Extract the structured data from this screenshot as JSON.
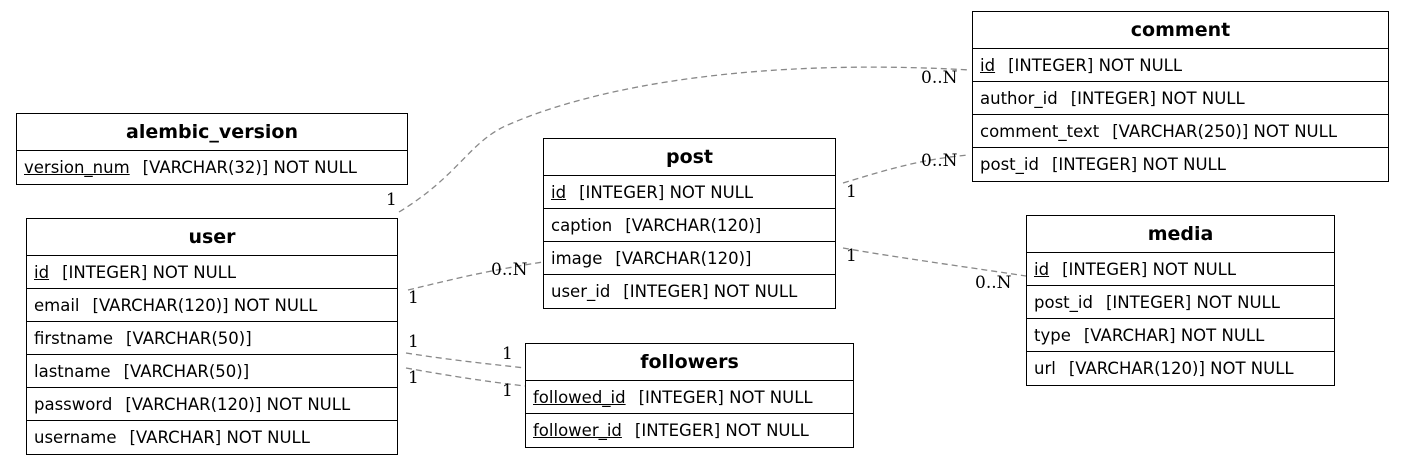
{
  "tables": [
    {
      "name": "comment",
      "columns": [
        {
          "name": "id",
          "type": "[INTEGER] NOT NULL",
          "pk": true
        },
        {
          "name": "author_id",
          "type": "[INTEGER] NOT NULL",
          "pk": false
        },
        {
          "name": "comment_text",
          "type": "[VARCHAR(250)] NOT NULL",
          "pk": false
        },
        {
          "name": "post_id",
          "type": "[INTEGER] NOT NULL",
          "pk": false
        }
      ]
    },
    {
      "name": "alembic_version",
      "columns": [
        {
          "name": "version_num",
          "type": "[VARCHAR(32)] NOT NULL",
          "pk": true
        }
      ]
    },
    {
      "name": "post",
      "columns": [
        {
          "name": "id",
          "type": "[INTEGER] NOT NULL",
          "pk": true
        },
        {
          "name": "caption",
          "type": "[VARCHAR(120)]",
          "pk": false
        },
        {
          "name": "image",
          "type": "[VARCHAR(120)]",
          "pk": false
        },
        {
          "name": "user_id",
          "type": "[INTEGER] NOT NULL",
          "pk": false
        }
      ]
    },
    {
      "name": "user",
      "columns": [
        {
          "name": "id",
          "type": "[INTEGER] NOT NULL",
          "pk": true
        },
        {
          "name": "email",
          "type": "[VARCHAR(120)] NOT NULL",
          "pk": false
        },
        {
          "name": "firstname",
          "type": "[VARCHAR(50)]",
          "pk": false
        },
        {
          "name": "lastname",
          "type": "[VARCHAR(50)]",
          "pk": false
        },
        {
          "name": "password",
          "type": "[VARCHAR(120)] NOT NULL",
          "pk": false
        },
        {
          "name": "username",
          "type": "[VARCHAR] NOT NULL",
          "pk": false
        }
      ]
    },
    {
      "name": "media",
      "columns": [
        {
          "name": "id",
          "type": "[INTEGER] NOT NULL",
          "pk": true
        },
        {
          "name": "post_id",
          "type": "[INTEGER] NOT NULL",
          "pk": false
        },
        {
          "name": "type",
          "type": "[VARCHAR] NOT NULL",
          "pk": false
        },
        {
          "name": "url",
          "type": "[VARCHAR(120)] NOT NULL",
          "pk": false
        }
      ]
    },
    {
      "name": "followers",
      "columns": [
        {
          "name": "followed_id",
          "type": "[INTEGER] NOT NULL",
          "pk": true
        },
        {
          "name": "follower_id",
          "type": "[INTEGER] NOT NULL",
          "pk": true
        }
      ]
    }
  ],
  "relations": [
    {
      "from": "user",
      "to": "comment",
      "from_card": "1",
      "to_card": "0..N"
    },
    {
      "from": "post",
      "to": "comment",
      "from_card": "1",
      "to_card": "0..N"
    },
    {
      "from": "user",
      "to": "post",
      "from_card": "1",
      "to_card": "0..N"
    },
    {
      "from": "post",
      "to": "media",
      "from_card": "1",
      "to_card": "0..N"
    },
    {
      "from": "user",
      "to": "followers",
      "from_card": "1",
      "to_card": "1"
    },
    {
      "from": "user",
      "to": "followers",
      "from_card": "1",
      "to_card": "1"
    }
  ],
  "colors": {
    "edge": "#888888",
    "border": "#000000"
  }
}
